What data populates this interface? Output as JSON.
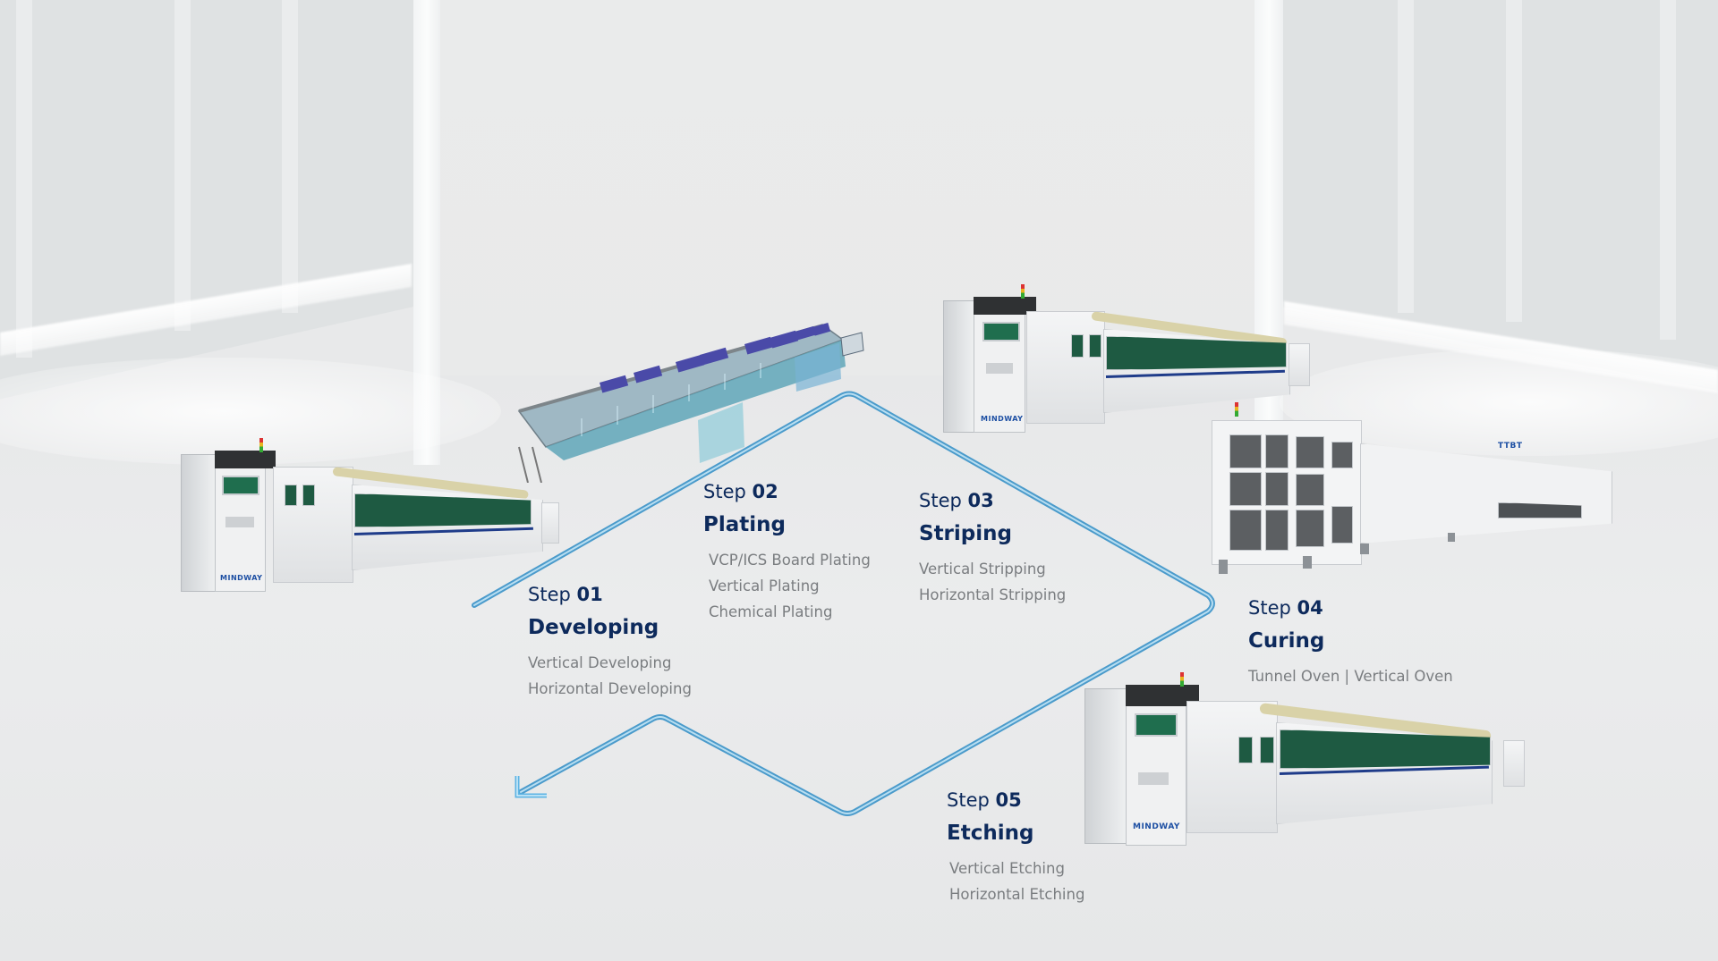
{
  "diagram": {
    "type": "process-flow",
    "flow_direction": "Step 01 → Step 02 → Step 03 → Step 04 → Step 05 → back to start (arrowhead)",
    "colors": {
      "title": "#0d2a5c",
      "subtitle": "#7a7d80",
      "flow_line": "#4aa9de",
      "background": "#e9eaea"
    }
  },
  "steps": [
    {
      "prefix": "Step",
      "number": "01",
      "title": "Developing",
      "items": [
        "Vertical Developing",
        "Horizontal Developing"
      ]
    },
    {
      "prefix": "Step",
      "number": "02",
      "title": "Plating",
      "items": [
        "VCP/ICS Board Plating",
        "Vertical Plating",
        "Chemical Plating"
      ]
    },
    {
      "prefix": "Step",
      "number": "03",
      "title": "Striping",
      "items": [
        "Vertical Stripping",
        "Horizontal Stripping"
      ]
    },
    {
      "prefix": "Step",
      "number": "04",
      "title": "Curing",
      "items": [
        "Tunnel Oven | Vertical Oven"
      ]
    },
    {
      "prefix": "Step",
      "number": "05",
      "title": "Etching",
      "items": [
        "Vertical Etching",
        "Horizontal Etching"
      ]
    }
  ],
  "machines": {
    "developing": {
      "brand": "MINDWAY"
    },
    "striping": {
      "brand": "MINDWAY"
    },
    "curing": {
      "brand": "TTBT"
    },
    "etching": {
      "brand": "MINDWAY"
    }
  }
}
